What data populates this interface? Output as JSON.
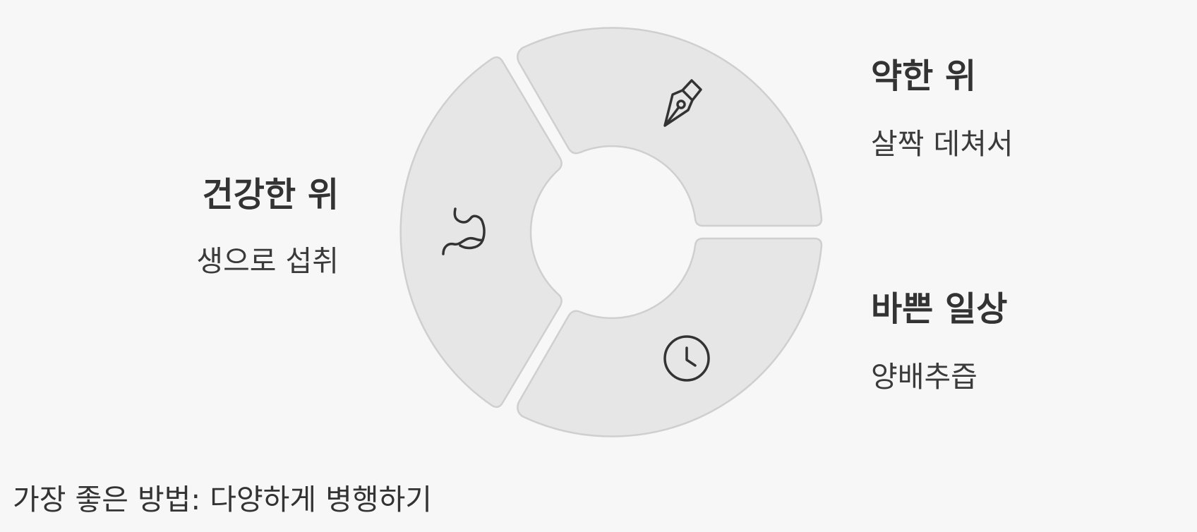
{
  "segments": [
    {
      "title": "약한 위",
      "description": "살짝 데쳐서",
      "icon": "pen-nib-icon"
    },
    {
      "title": "바쁜 일상",
      "description": "양배추즙",
      "icon": "clock-icon"
    },
    {
      "title": "건강한 위",
      "description": "생으로 섭취",
      "icon": "stomach-icon"
    }
  ],
  "footer": "가장 좋은 방법: 다양하게 병행하기",
  "colors": {
    "background": "#f7f7f7",
    "segment_fill": "#e6e6e6",
    "segment_stroke": "#cfcfcf",
    "text": "#333333"
  }
}
